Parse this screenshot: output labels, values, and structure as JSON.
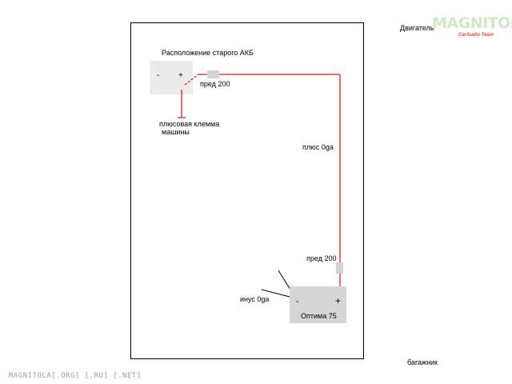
{
  "labels": {
    "engine": "Двигатель",
    "trunk": "багажник",
    "old_battery_location": "Расположение старого АКБ",
    "fuse_front": "пред 200",
    "fuse_rear": "пред 200",
    "plus_clamp_line1": "плюсовая клемма",
    "plus_clamp_line2": "машины",
    "plus_wire": "плюс 0ga",
    "minus_wire": "инус 0ga",
    "battery_name": "Оптима 75"
  },
  "old_battery": {
    "minus": "-",
    "plus": "+"
  },
  "new_battery": {
    "minus": "-",
    "plus": "+"
  },
  "watermark": {
    "logo_text": "MAGNITOLA",
    "logo_sub": "CarAudio Team",
    "footer": "MAGNITOLA[.ORG] [.RU] [.NET]"
  },
  "colors": {
    "wire_plus": "#d42020",
    "wire_minus": "#000000",
    "box": "#d6d6d6"
  }
}
